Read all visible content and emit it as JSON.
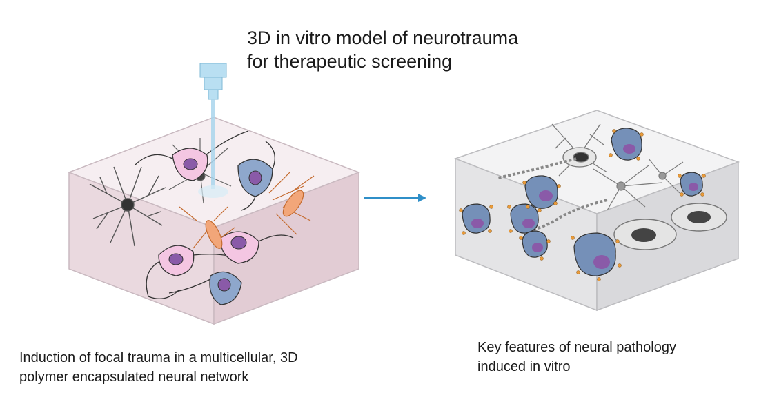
{
  "title": {
    "line1": "3D in vitro model of neurotrauma",
    "line2": "for therapeutic screening"
  },
  "left_panel": {
    "caption_line1": "Induction of focal trauma in a multicellular, 3D",
    "caption_line2": "polymer encapsulated neural network"
  },
  "right_panel": {
    "caption_line1": "Key features of neural pathology",
    "caption_line2": "induced in vitro"
  },
  "colors": {
    "gel_left": "#f0e6ea",
    "gel_right": "#ededee",
    "neuron_pink": "#f4c6e2",
    "neuron_blue": "#8ea7cc",
    "nucleus": "#8a5aa8",
    "oligo": "#f2a679",
    "laser": "#a9d5ec",
    "arrow": "#2f8fc8",
    "debris": "#e89a3a"
  },
  "icons": [
    "laser-probe-icon",
    "flow-arrow-icon"
  ]
}
